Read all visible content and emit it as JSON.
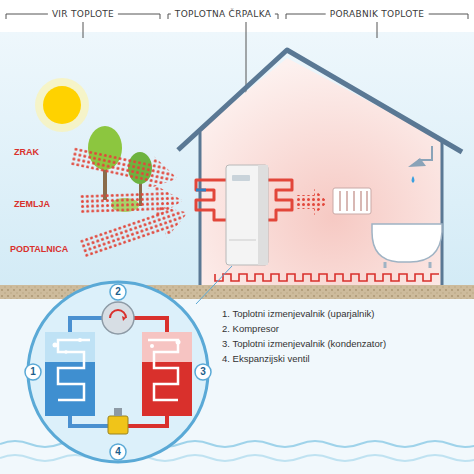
{
  "diagram": {
    "labels": [
      "VIR TOPLOTE",
      "TOPLOTNA ČRPALKA",
      "PORABNIK TOPLOTE",
      "ZRAK",
      "ZEMLJA",
      "PODTALNICA",
      "1",
      "2",
      "3",
      "4",
      "1. Toplotni izmenjevalnik (uparjalnik)",
      "2. Kompresor",
      "3. Toplotni izmenjevalnik (kondenzator)",
      "4. Ekspanzijski ventil"
    ]
  }
}
